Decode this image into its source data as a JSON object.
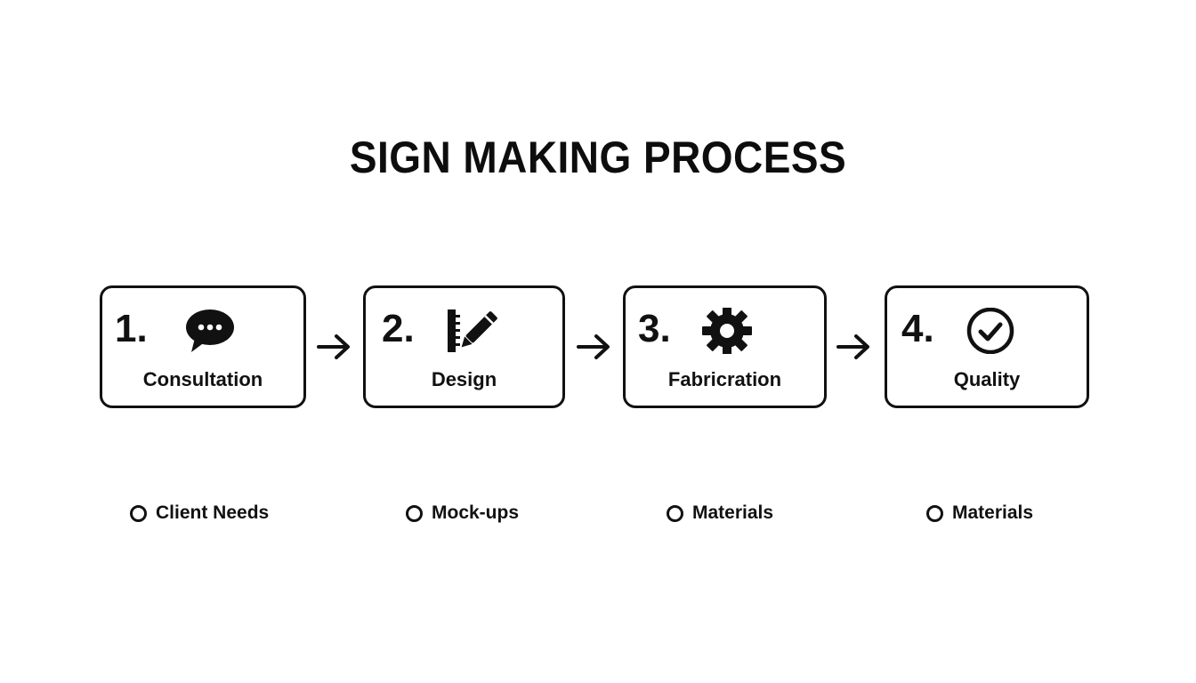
{
  "title": "SIGN MAKING PROCESS",
  "colors": {
    "stroke": "#111111",
    "background": "#ffffff"
  },
  "steps": [
    {
      "number": "1.",
      "label": "Consultation",
      "icon": "speech-bubble-icon",
      "detail": "Client Needs"
    },
    {
      "number": "2.",
      "label": "Design",
      "icon": "ruler-pencil-icon",
      "detail": "Mock-ups"
    },
    {
      "number": "3.",
      "label": "Fabricration",
      "icon": "gear-icon",
      "detail": "Materials"
    },
    {
      "number": "4.",
      "label": "Quality",
      "icon": "check-circle-icon",
      "detail": "Materials"
    }
  ],
  "connectors": [
    {
      "from": 1,
      "to": 2,
      "icon": "arrow-right-icon"
    },
    {
      "from": 2,
      "to": 3,
      "icon": "arrow-right-icon"
    },
    {
      "from": 3,
      "to": 4,
      "icon": "arrow-right-icon"
    }
  ]
}
